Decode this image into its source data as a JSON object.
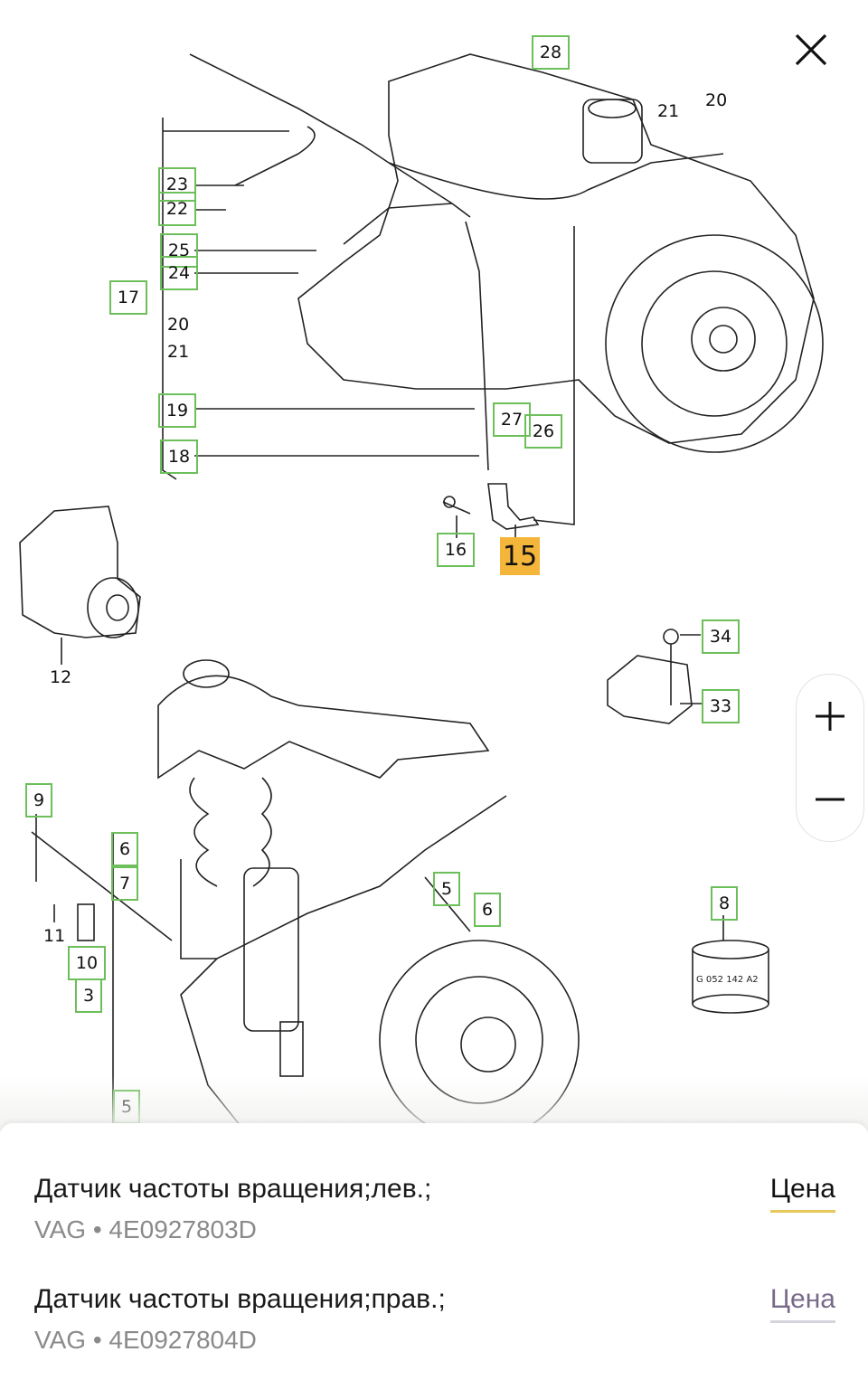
{
  "diagram": {
    "callouts_boxed": [
      "28",
      "23",
      "22",
      "25",
      "24",
      "17",
      "19",
      "18",
      "27",
      "26",
      "16",
      "34",
      "33",
      "9",
      "6",
      "7",
      "10",
      "3",
      "5",
      "6",
      "8",
      "5"
    ],
    "callouts_plain": [
      "20",
      "21",
      "20",
      "21",
      "12",
      "11"
    ],
    "highlighted_callout": "15",
    "part_stamp": "G 052 142 A2"
  },
  "controls": {
    "close_icon": "close-icon",
    "zoom_in_label": "+",
    "zoom_out_label": "−"
  },
  "parts": [
    {
      "name": "Датчик частоты вращения;лев.;",
      "code": "VAG • 4E0927803D",
      "price_label": "Цена",
      "price_color": "#111111",
      "underline_color": "#e8c85a"
    },
    {
      "name": "Датчик частоты вращения;прав.;",
      "code": "VAG • 4E0927804D",
      "price_label": "Цена",
      "price_color": "#7a6a8a",
      "underline_color": "#d8d4de"
    }
  ]
}
